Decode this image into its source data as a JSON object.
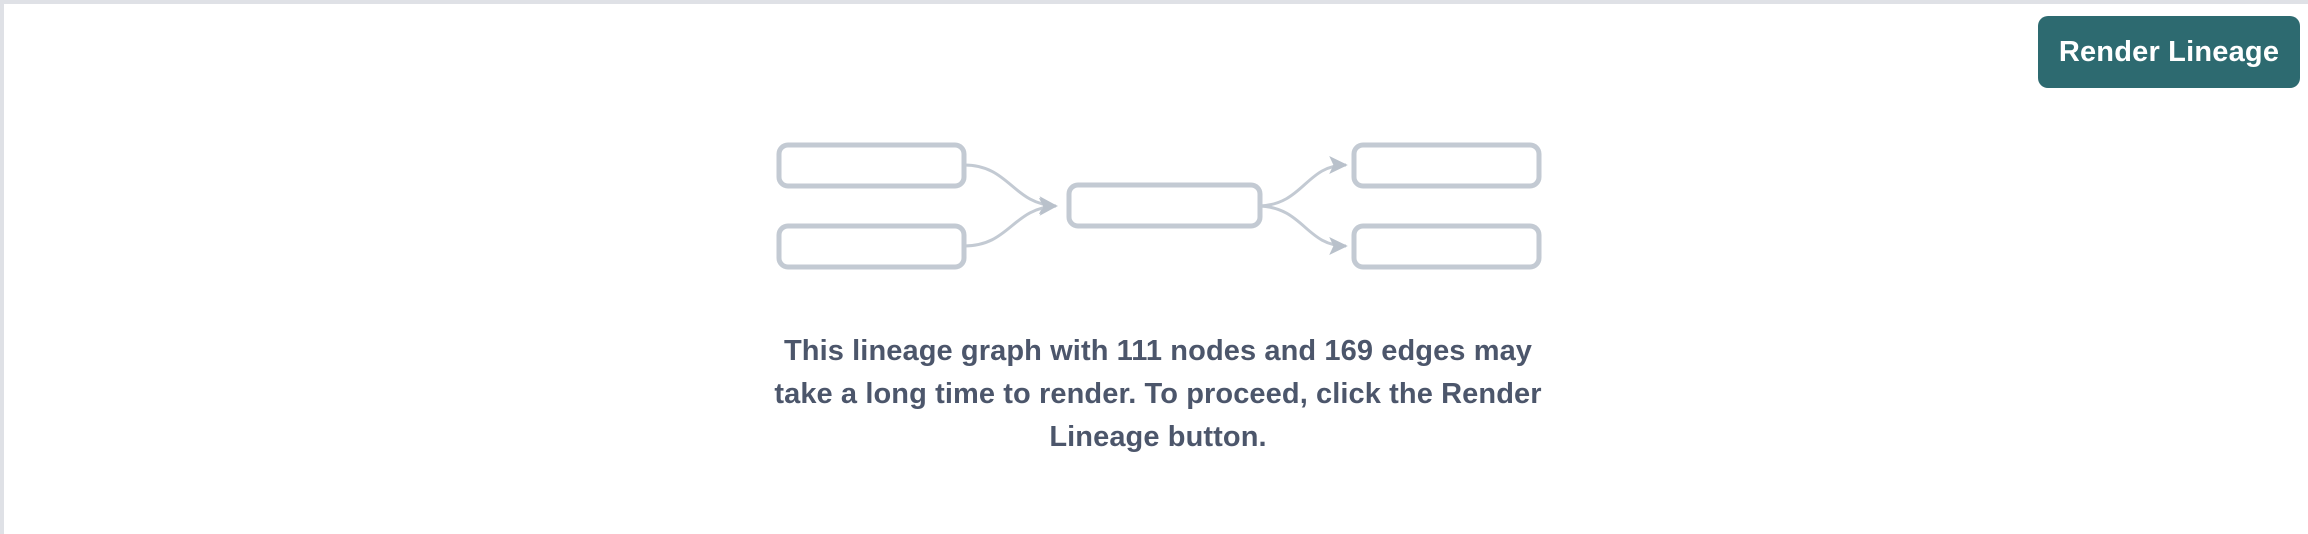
{
  "page": {
    "background_color": "#ffffff",
    "border_color": "#dfe1e6"
  },
  "toolbar": {
    "render_lineage_label": "Render Lineage",
    "render_lineage_color": "#2d6a70",
    "render_lineage_text_color": "#ffffff"
  },
  "graph_preview": {
    "node_border_color": "#c3cad3",
    "node_fill_color": "#ffffff",
    "edge_color": "#c3cad3",
    "nodes": [
      {
        "id": "left-top",
        "label": ""
      },
      {
        "id": "left-bottom",
        "label": ""
      },
      {
        "id": "center",
        "label": ""
      },
      {
        "id": "right-top",
        "label": ""
      },
      {
        "id": "right-bottom",
        "label": ""
      }
    ],
    "edges": [
      {
        "from": "left-top",
        "to": "center"
      },
      {
        "from": "left-bottom",
        "to": "center"
      },
      {
        "from": "center",
        "to": "right-top"
      },
      {
        "from": "center",
        "to": "right-bottom"
      }
    ]
  },
  "message": {
    "text": "This lineage graph with 111 nodes and 169 edges may take a long time to render. To proceed, click the Render Lineage button.",
    "node_count": 111,
    "edge_count": 169,
    "text_color": "#4c566b"
  }
}
